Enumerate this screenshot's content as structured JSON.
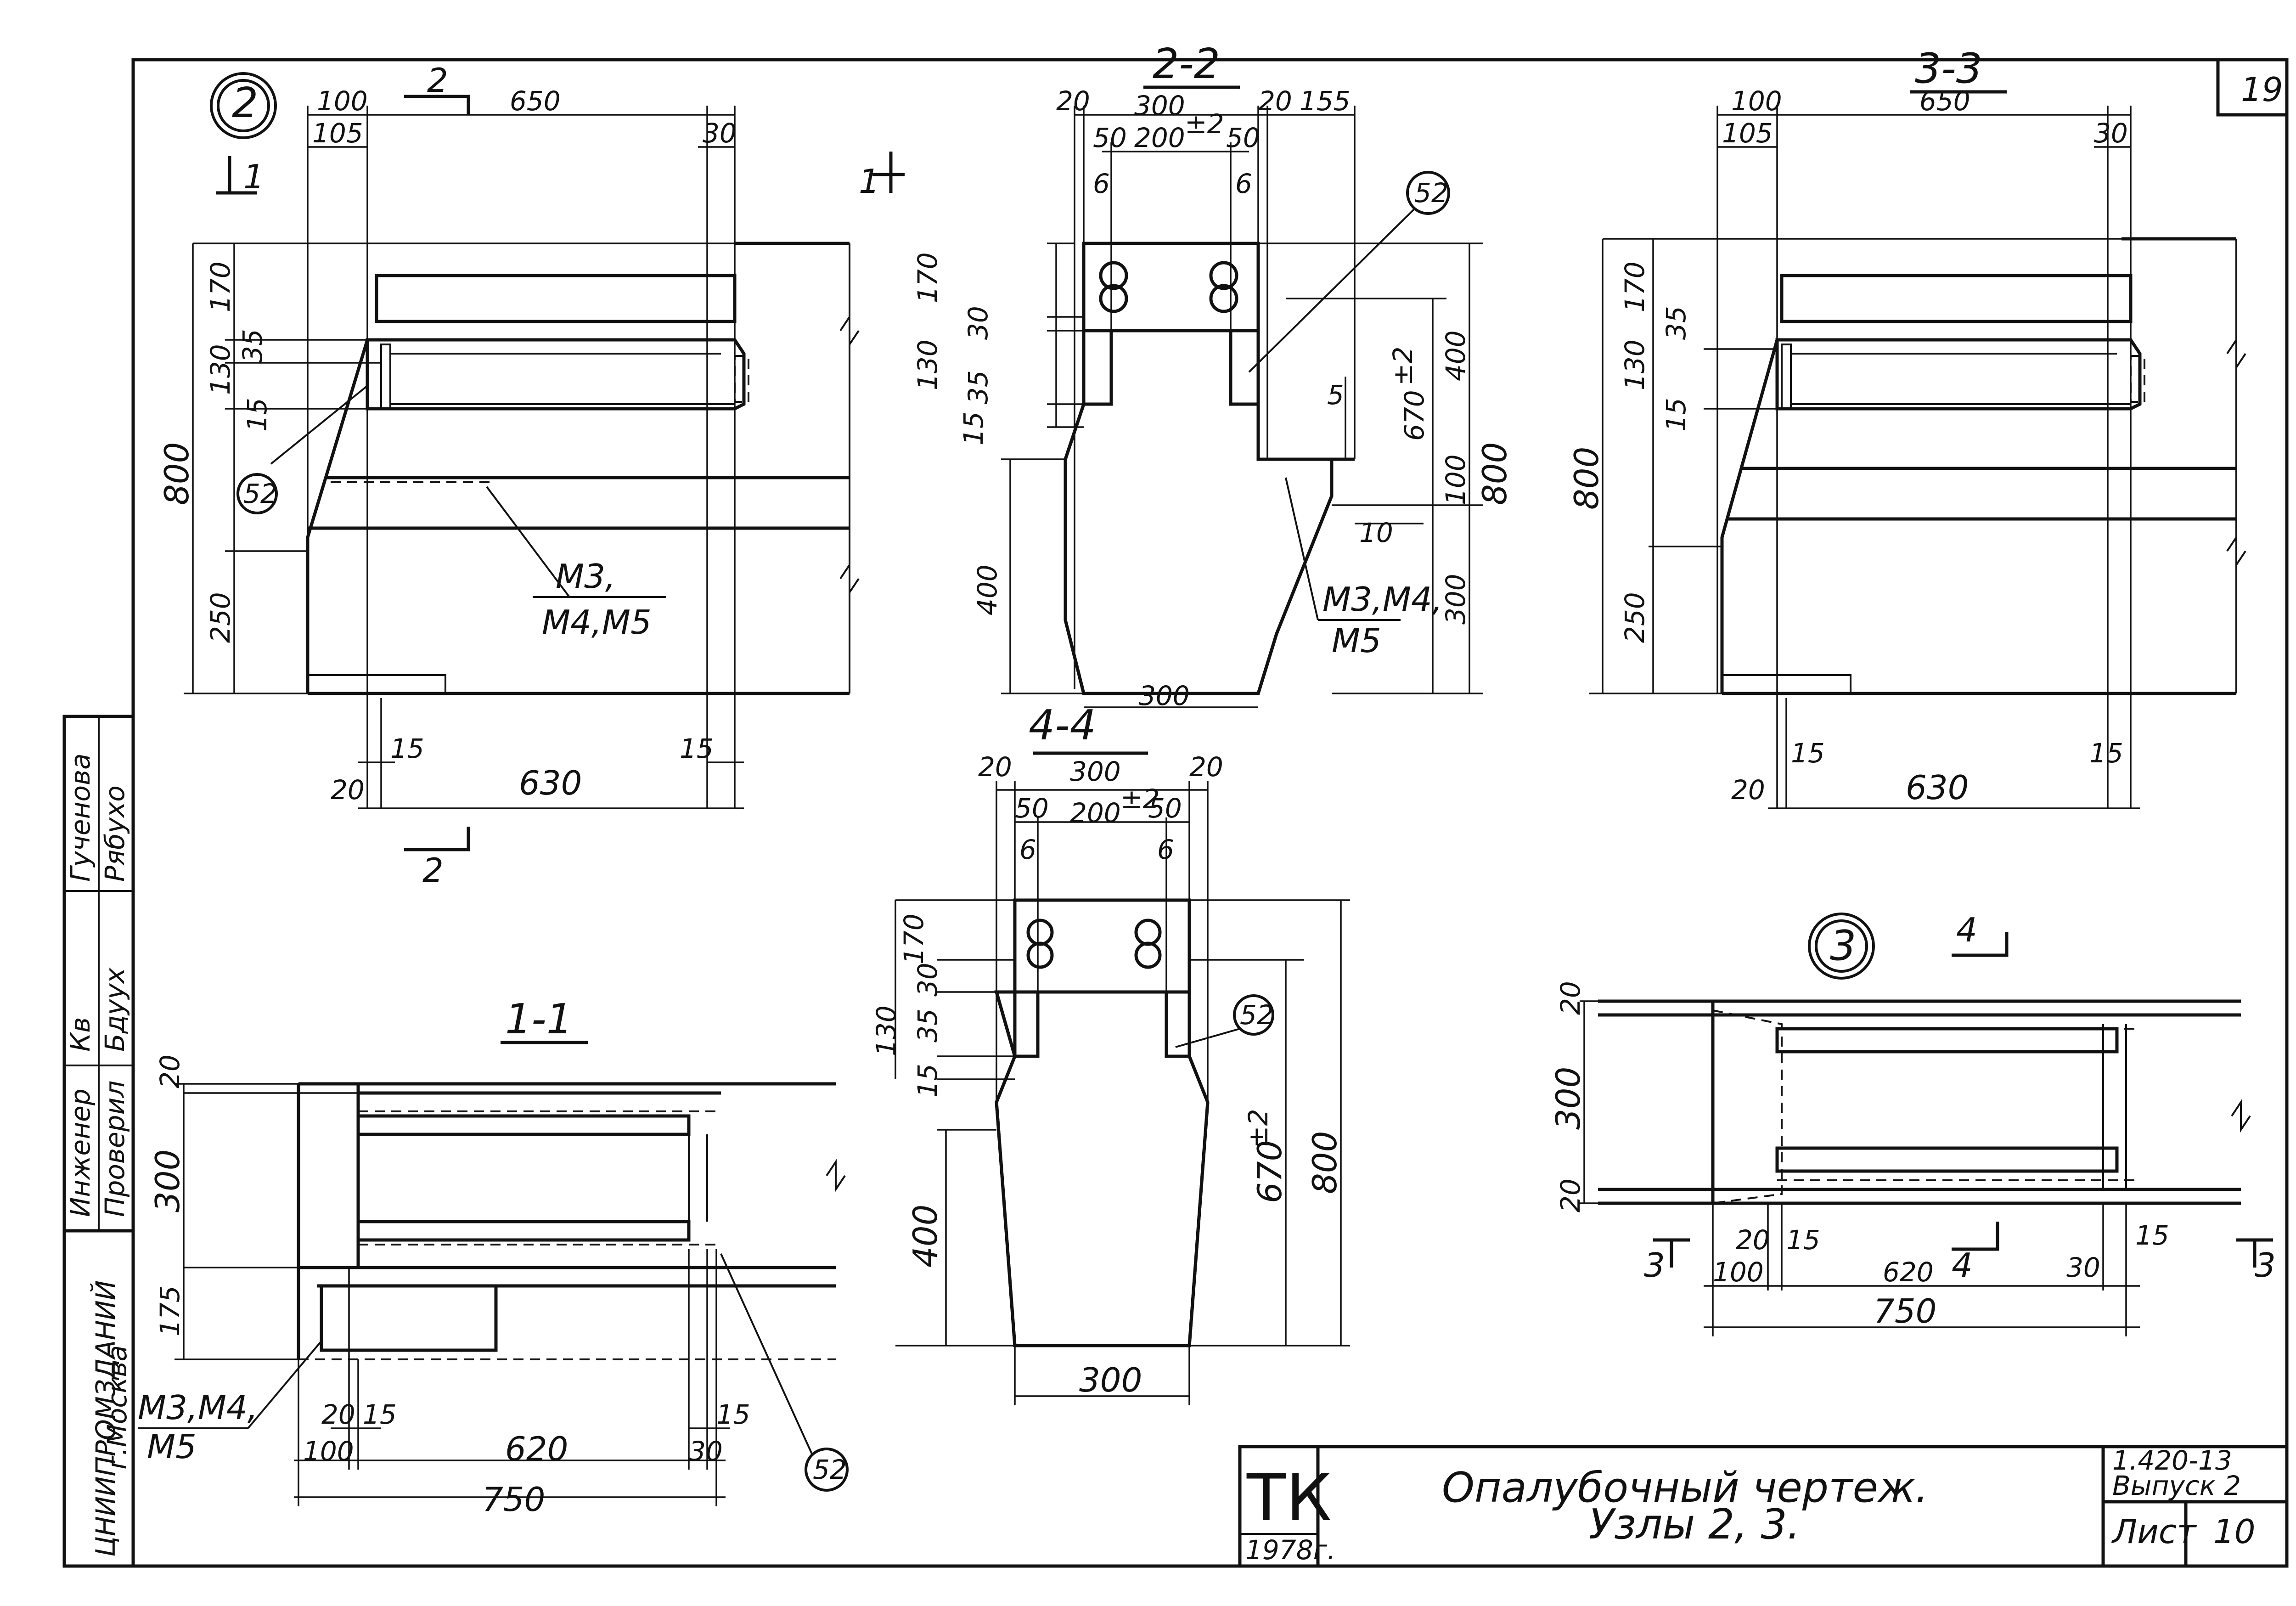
{
  "sheet": {
    "number_top": "19",
    "organization": "ЦНИИПРОМЗДАНИЙ",
    "city": "г.Москва",
    "roles": [
      "Инженер",
      "Проверил"
    ],
    "names": [
      "Гученова",
      "Рябухо"
    ],
    "signatures": [
      "Кв",
      "Бдуух"
    ]
  },
  "title_block": {
    "logo": "ТК",
    "year": "1978г.",
    "title_line1": "Опалубочный чертеж.",
    "title_line2": "Узлы 2, 3.",
    "series": "1.420-13",
    "issue": "Выпуск 2",
    "sheet_label": "Лист",
    "sheet_number": "10"
  },
  "view_node2": {
    "node_marker": "2",
    "section_marks": [
      "2",
      "1",
      "2"
    ],
    "dims_top": [
      "100",
      "650",
      "105",
      "30"
    ],
    "dims_left": [
      "170",
      "130",
      "35",
      "15",
      "800",
      "250"
    ],
    "dims_bottom": [
      "15",
      "15",
      "20",
      "630"
    ],
    "detail_ref": "52",
    "callout": [
      "М3,",
      "М4,М5"
    ]
  },
  "section_2_2": {
    "title": "2-2",
    "dims_top": [
      "20",
      "300",
      "20",
      "155",
      "50",
      "200",
      "±2",
      "50",
      "6",
      "6"
    ],
    "dims_left": [
      "170",
      "130",
      "35",
      "30",
      "15",
      "400"
    ],
    "dims_right": [
      "5",
      "670",
      "±2",
      "400",
      "100",
      "800",
      "10",
      "300"
    ],
    "dim_bottom": "300",
    "detail_ref": "52",
    "callout": [
      "М3,М4,",
      "М5"
    ],
    "section_mark": "1"
  },
  "section_3_3": {
    "title": "3-3",
    "dims_top": [
      "100",
      "650",
      "105",
      "30"
    ],
    "dims_left": [
      "170",
      "35",
      "130",
      "15",
      "800",
      "250"
    ],
    "dims_bottom": [
      "15",
      "15",
      "20",
      "630"
    ]
  },
  "section_4_4": {
    "title": "4-4",
    "dims_top": [
      "20",
      "300",
      "20",
      "50",
      "200",
      "±2",
      "50",
      "6",
      "6"
    ],
    "dims_left": [
      "170",
      "30",
      "130",
      "35",
      "15",
      "400"
    ],
    "dims_right": [
      "670",
      "±2",
      "800"
    ],
    "dim_bottom": "300",
    "detail_ref": "52"
  },
  "section_1_1": {
    "title": "1-1",
    "dims_left": [
      "20",
      "300",
      "175"
    ],
    "dims_bottom": [
      "20",
      "15",
      "15",
      "100",
      "620",
      "30",
      "750"
    ],
    "detail_ref": "52",
    "callout": [
      "М3,М4,",
      "М5"
    ]
  },
  "view_node3": {
    "node_marker": "3",
    "section_marks": [
      "4",
      "4",
      "3",
      "3"
    ],
    "dims_left": [
      "20",
      "300",
      "20"
    ],
    "dims_bottom": [
      "20",
      "15",
      "15",
      "100",
      "620",
      "30",
      "750"
    ]
  }
}
